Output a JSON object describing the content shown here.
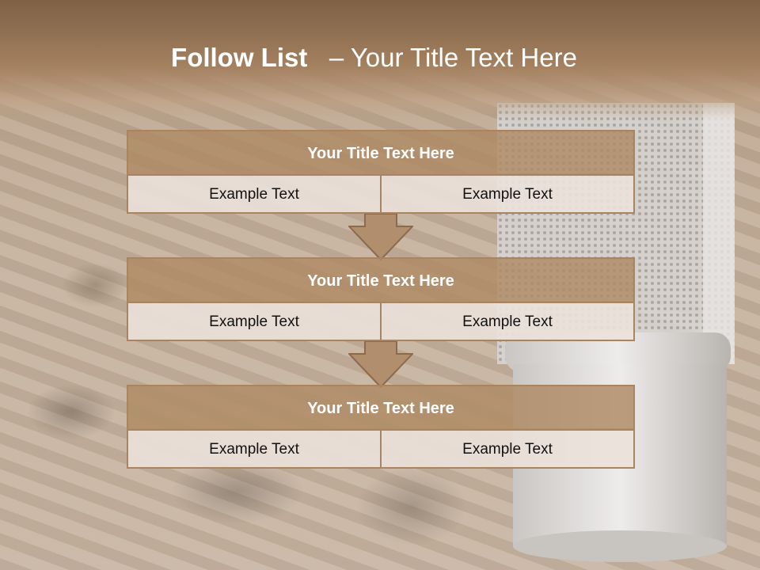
{
  "title": {
    "bold": "Follow List",
    "rest": "– Your Title Text Here"
  },
  "blocks": [
    {
      "title": "Your Title Text Here",
      "left": "Example Text",
      "right": "Example Text"
    },
    {
      "title": "Your Title Text Here",
      "left": "Example Text",
      "right": "Example Text"
    },
    {
      "title": "Your Title Text Here",
      "left": "Example Text",
      "right": "Example Text"
    }
  ],
  "colors": {
    "header": "#8b6a4c",
    "block_title": "#b08e6e",
    "cell": "#e8ddd7",
    "border": "#a9845f"
  }
}
